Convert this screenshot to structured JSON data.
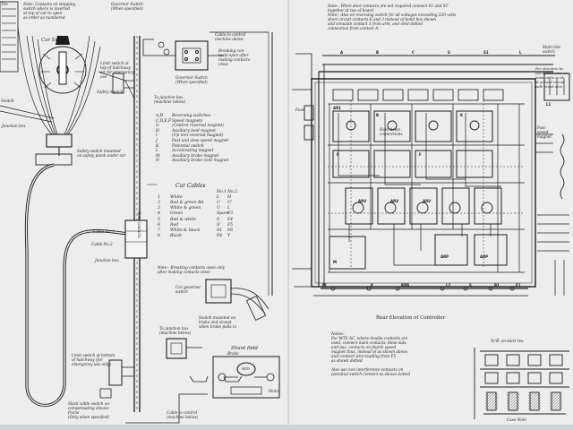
{
  "notes_left": {
    "contacts": "Note: Contacts on stopping\nswitch where is inserted\nat top of car to open\nas order as numbered",
    "governor_switch_label": "Governor Switch\n(When specified)",
    "cable_to_control": "Cable to control\nmachine above",
    "breaking_contacts": "Breaking con-\ntacts open after\nmaking contacts\nclose",
    "governor_switch_2": "Governor Switch\n(When specified)",
    "to_junction_box": "To junction box\n(machine below)",
    "car_switch": "Car Switch",
    "limit_switch_top": "Limit switch at\ntop of hatchway\nair for emergency\nuse",
    "safety_switch": "Safety Switch",
    "junction_box": "Junction box",
    "safety_switch_mounted": "Safety switch mounted\non safety plank under car",
    "cable_no1": "Cable No.1",
    "cable_no2": "Cable No.2",
    "junction_box_2": "Junction box",
    "door_contacts": "Door contacts",
    "note_breaking": "Note:- Breaking contacts open only\nafter making contacts close",
    "car_governor_switch": "Car governor\nswitch",
    "switch_mounted_brake": "Switch mounted on\nbrake and closed\nwhen brake pulls in",
    "brake": "Brake",
    "to_junction_box_below": "To junction box\n(machine below)",
    "shunt_field": "Shunt field",
    "armature": "Arm",
    "motor": "Motor",
    "cable_to_control_below": "Cable to control\n(machine below)",
    "limit_switch_bottom": "Limit switch at bottom\nof hatchway (for\nemergency use only)",
    "slack_cable": "Slack cable switch on\ncompensating sheave\nframe\n(Only when specified)",
    "switch_left": "Switch",
    "ton_left": "Ton"
  },
  "legend": {
    "rows": [
      {
        "code": "A,B",
        "text": "Reversing switches"
      },
      {
        "code": "C,D,E,F",
        "text": "Speed magnets"
      },
      {
        "code": "G",
        "text": "(Control reversal magnet)"
      },
      {
        "code": "H",
        "text": "Auxiliary lead magnet"
      },
      {
        "code": "I",
        "text": "(Up non-reversal magnet)"
      },
      {
        "code": "J",
        "text": "Fast and slow speed magnet"
      },
      {
        "code": "K",
        "text": "Potential switch"
      },
      {
        "code": "L",
        "text": "Accelerating magnet"
      },
      {
        "code": "M",
        "text": "Auxiliary brake magnet"
      },
      {
        "code": "N",
        "text": "Auxiliary brake cont magnet"
      }
    ]
  },
  "cable_table": {
    "title": "Car Cables",
    "col1": "No.1",
    "col2": "No.2",
    "rows": [
      {
        "n": "1",
        "name": "White",
        "a": "L",
        "b": "H"
      },
      {
        "n": "2",
        "name": "Red & green Bd",
        "a": "U",
        "b": "U'"
      },
      {
        "n": "3",
        "name": "White & green",
        "a": "U",
        "b": "L"
      },
      {
        "n": "4",
        "name": "Green",
        "a": "Spare",
        "b": "F3"
      },
      {
        "n": "5",
        "name": "Red & white",
        "a": "S",
        "b": "F4"
      },
      {
        "n": "6",
        "name": "Red",
        "a": "S'",
        "b": "F5"
      },
      {
        "n": "7",
        "name": "White & black",
        "a": "S1",
        "b": "F6"
      },
      {
        "n": "8",
        "name": "Black",
        "a": "F4",
        "b": "Y"
      }
    ]
  },
  "notes_right": {
    "top_note": "Note:- When door contacts are not required connect S1 and S1'\ntogether at top of board\nNote:- Also on reversing switch for all voltages exceeding 220 volts\nshort circuit contacts E and 3 instead of bond bus shown\nand simulate contact 3 from arm, and omit dotted\nconnection from contact A.",
    "main_line": "Main line\nswitch",
    "for_structure": "For structure be\nput dotted wire on\nmain cable as sh.\nat ground circuit\nwith break wire",
    "fuse": "Fuse",
    "rear_elevation": "Rear Elevation of Controller",
    "bottom_notes": "Notes:-\nFor MTS-AC, where double contacts are\nused, connect main contacts, blow outs\nand aux. contacts on fourth speed\nmagnet thus, instead of as shown above,\nand connect wire leading from F5\nas shown dotted\n\nAlso use non interference contacts on\npotential switch connect as shown dotted",
    "to_start": "To'B' on start res.",
    "case_note": "Case Note",
    "hold_down": "Hold down\nconnections",
    "fast_speed": "Fast-\nspeed\nmagnet"
  },
  "terminal_labels": [
    "AR1",
    "ARV",
    "ARV",
    "ARV",
    "ARP",
    "ARP",
    "F",
    "F",
    "M",
    "K",
    "B",
    "L1"
  ],
  "bottom_terminals": [
    "M'",
    "K",
    "RPB",
    "L2",
    "S",
    "B1",
    "F1"
  ],
  "top_terminals": [
    "A",
    "B",
    "C",
    "S",
    "S1",
    "L"
  ],
  "colors": {
    "ink": "#1c1c1c",
    "paper": "#eceeed"
  }
}
